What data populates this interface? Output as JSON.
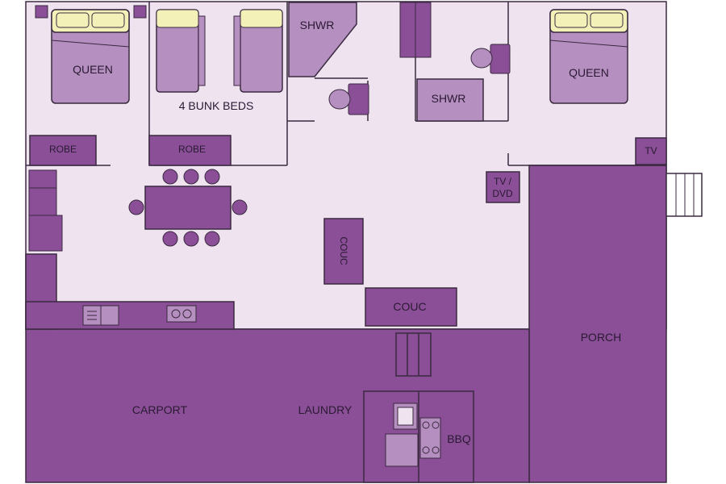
{
  "labels": {
    "queen_left": "QUEEN",
    "queen_right": "QUEEN",
    "bunk_beds": "4 BUNK BEDS",
    "shower_left": "SHWR",
    "shower_right": "SHWR",
    "robe_left": "ROBE",
    "robe_mid": "ROBE",
    "tv_dvd_line1": "TV /",
    "tv_dvd_line2": "DVD",
    "tv": "TV",
    "couch_vertical": "COUC",
    "couch_horizontal": "COUC",
    "porch": "PORCH",
    "carport": "CARPORT",
    "laundry": "LAUNDRY",
    "bbq": "BBQ"
  },
  "colors": {
    "interior": "#efe3f0",
    "furniture": "#b58fbf",
    "dark": "#8a4f96",
    "outline": "#3a2a40",
    "pillow": "#f4f1b8",
    "exterior": "#8a4f96"
  }
}
